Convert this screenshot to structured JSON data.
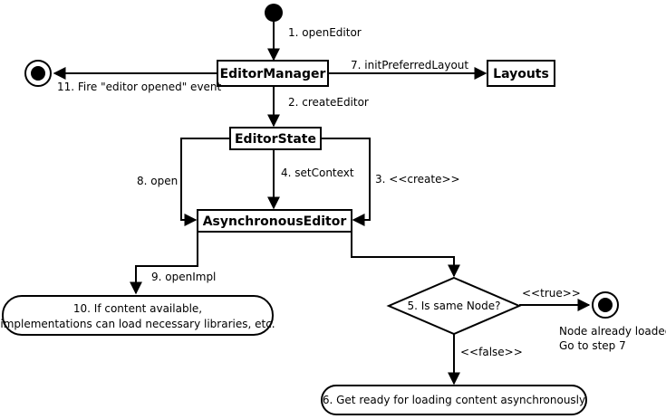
{
  "nodes": {
    "editor_manager": "EditorManager",
    "layouts": "Layouts",
    "editor_state": "EditorState",
    "async_editor": "AsynchronousEditor",
    "decision": "5. Is same Node?",
    "load_libraries_line1": "10. If content available,",
    "load_libraries_line2": "implementations can load necessary libraries, etc.",
    "get_ready": "6. Get ready for loading content asynchronously",
    "already_loaded_line1": "Node already loaded",
    "already_loaded_line2": "Go to step 7"
  },
  "edges": {
    "open_editor": "1. openEditor",
    "create_editor": "2. createEditor",
    "create": "3. <<create>>",
    "set_context": "4. setContext",
    "init_layout": "7. initPreferredLayout",
    "open": "8. open",
    "open_impl": "9. openImpl",
    "fire_event": "11. Fire \"editor opened\" event",
    "true_guard": "<<true>>",
    "false_guard": "<<false>>"
  }
}
